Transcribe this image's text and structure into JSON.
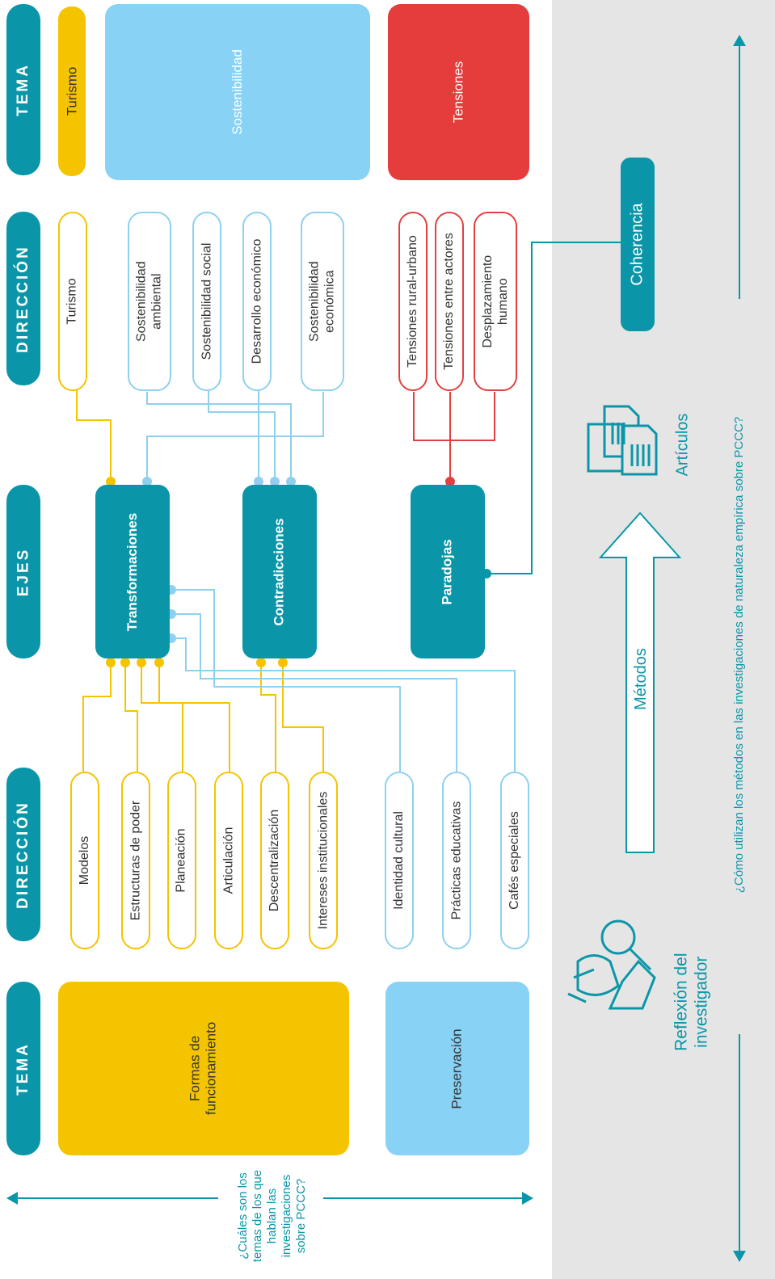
{
  "headers": {
    "tema_top": "TEMA",
    "direccion_top": "DIRECCIÓN",
    "ejes": "EJES",
    "direccion_bottom": "DIRECCIÓN",
    "tema_bottom": "TEMA"
  },
  "temas_top": {
    "turismo": "Turismo",
    "sostenibilidad": "Sostenibilidad",
    "tensiones": "Tensiones"
  },
  "direcciones_top": {
    "turismo": "Turismo",
    "sost_ambiental": "Sostenibilidad\nambiental",
    "sost_social": "Sostenibilidad social",
    "desarrollo_economico": "Desarrollo económico",
    "sost_economica": "Sostenibilidad\neconómica",
    "tensiones_rural": "Tensiones rural-urbano",
    "tensiones_actores": "Tensiones entre actores",
    "desplazamiento": "Desplazamiento\nhumano"
  },
  "ejes": {
    "transformaciones": "Transformaciones",
    "contradicciones": "Contradicciones",
    "paradojas": "Paradojas"
  },
  "direcciones_bottom": {
    "modelos": "Modelos",
    "estructuras": "Estructuras de poder",
    "planeacion": "Planeación",
    "articulacion": "Articulación",
    "descentralizacion": "Descentralización",
    "intereses": "Intereses institucionales",
    "identidad": "Identidad cultural",
    "practicas": "Prácticas educativas",
    "cafes": "Cafés especiales"
  },
  "temas_bottom": {
    "formas": "Formas de\nfuncionamiento",
    "preservacion": "Preservación"
  },
  "left_question": "¿Cuáles son los\ntemas de los que\nhablan las\ninvestigaciones\nsobre PCCC?",
  "right_panel": {
    "coherencia": "Coherencia",
    "articulos": "Artículos",
    "metodos": "Métodos",
    "reflexion": "Reflexión del\ninvestigador",
    "question": "¿Cómo utilizan los métodos en las investigaciones de naturaleza empírica sobre PCCC?"
  },
  "colors": {
    "teal": "#0a96a8",
    "yellow": "#f5c400",
    "light_blue": "#8fd0ee",
    "red": "#e24040",
    "grey_panel": "#e5e5e5"
  },
  "icons": [
    "documents-icon",
    "researcher-icon",
    "double-arrow-icon",
    "up-arrow-icon"
  ]
}
